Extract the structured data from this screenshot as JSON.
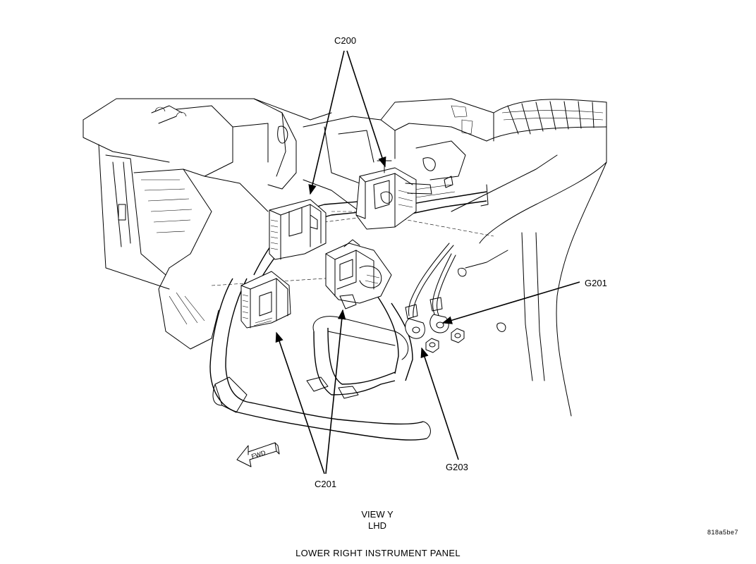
{
  "callouts": {
    "c200": "C200",
    "c201": "C201",
    "g201": "G201",
    "g203": "G203"
  },
  "direction_marker": "FWD",
  "view": {
    "line1": "VIEW Y",
    "line2": "LHD"
  },
  "figure_id": "818a5be7",
  "caption": "LOWER RIGHT INSTRUMENT PANEL"
}
